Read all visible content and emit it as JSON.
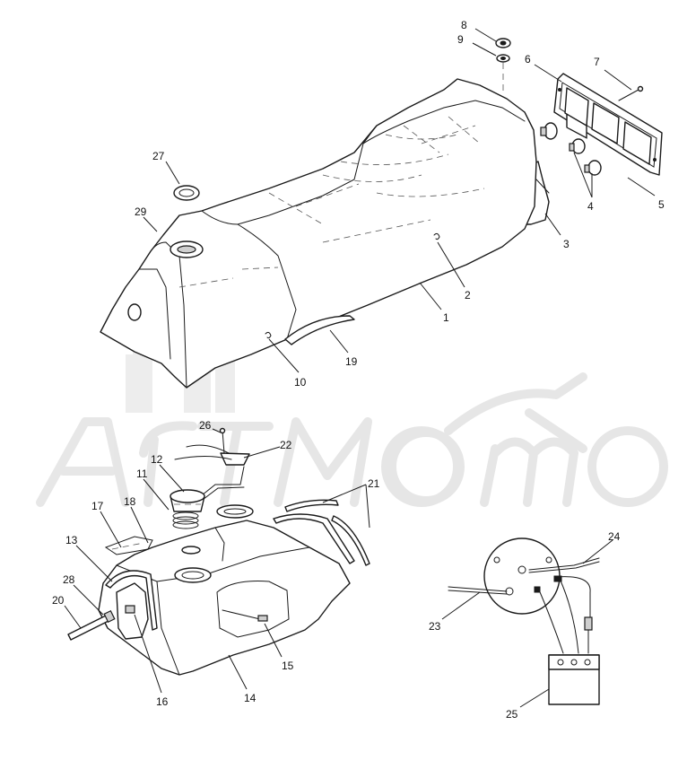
{
  "callouts": [
    {
      "id": "c1",
      "label": "1"
    },
    {
      "id": "c2",
      "label": "2"
    },
    {
      "id": "c3",
      "label": "3"
    },
    {
      "id": "c4",
      "label": "4"
    },
    {
      "id": "c5",
      "label": "5"
    },
    {
      "id": "c6",
      "label": "6"
    },
    {
      "id": "c7",
      "label": "7"
    },
    {
      "id": "c8",
      "label": "8"
    },
    {
      "id": "c9",
      "label": "9"
    },
    {
      "id": "c10",
      "label": "10"
    },
    {
      "id": "c11",
      "label": "11"
    },
    {
      "id": "c12",
      "label": "12"
    },
    {
      "id": "c13",
      "label": "13"
    },
    {
      "id": "c14",
      "label": "14"
    },
    {
      "id": "c15",
      "label": "15"
    },
    {
      "id": "c16",
      "label": "16"
    },
    {
      "id": "c17",
      "label": "17"
    },
    {
      "id": "c18",
      "label": "18"
    },
    {
      "id": "c19",
      "label": "19"
    },
    {
      "id": "c20",
      "label": "20"
    },
    {
      "id": "c21",
      "label": "21"
    },
    {
      "id": "c22",
      "label": "22"
    },
    {
      "id": "c23",
      "label": "23"
    },
    {
      "id": "c24",
      "label": "24"
    },
    {
      "id": "c25",
      "label": "25"
    },
    {
      "id": "c26",
      "label": "26"
    },
    {
      "id": "c27",
      "label": "27"
    },
    {
      "id": "c28",
      "label": "28"
    },
    {
      "id": "c29",
      "label": "29"
    }
  ],
  "watermark": {
    "text": "ArtMoto"
  }
}
